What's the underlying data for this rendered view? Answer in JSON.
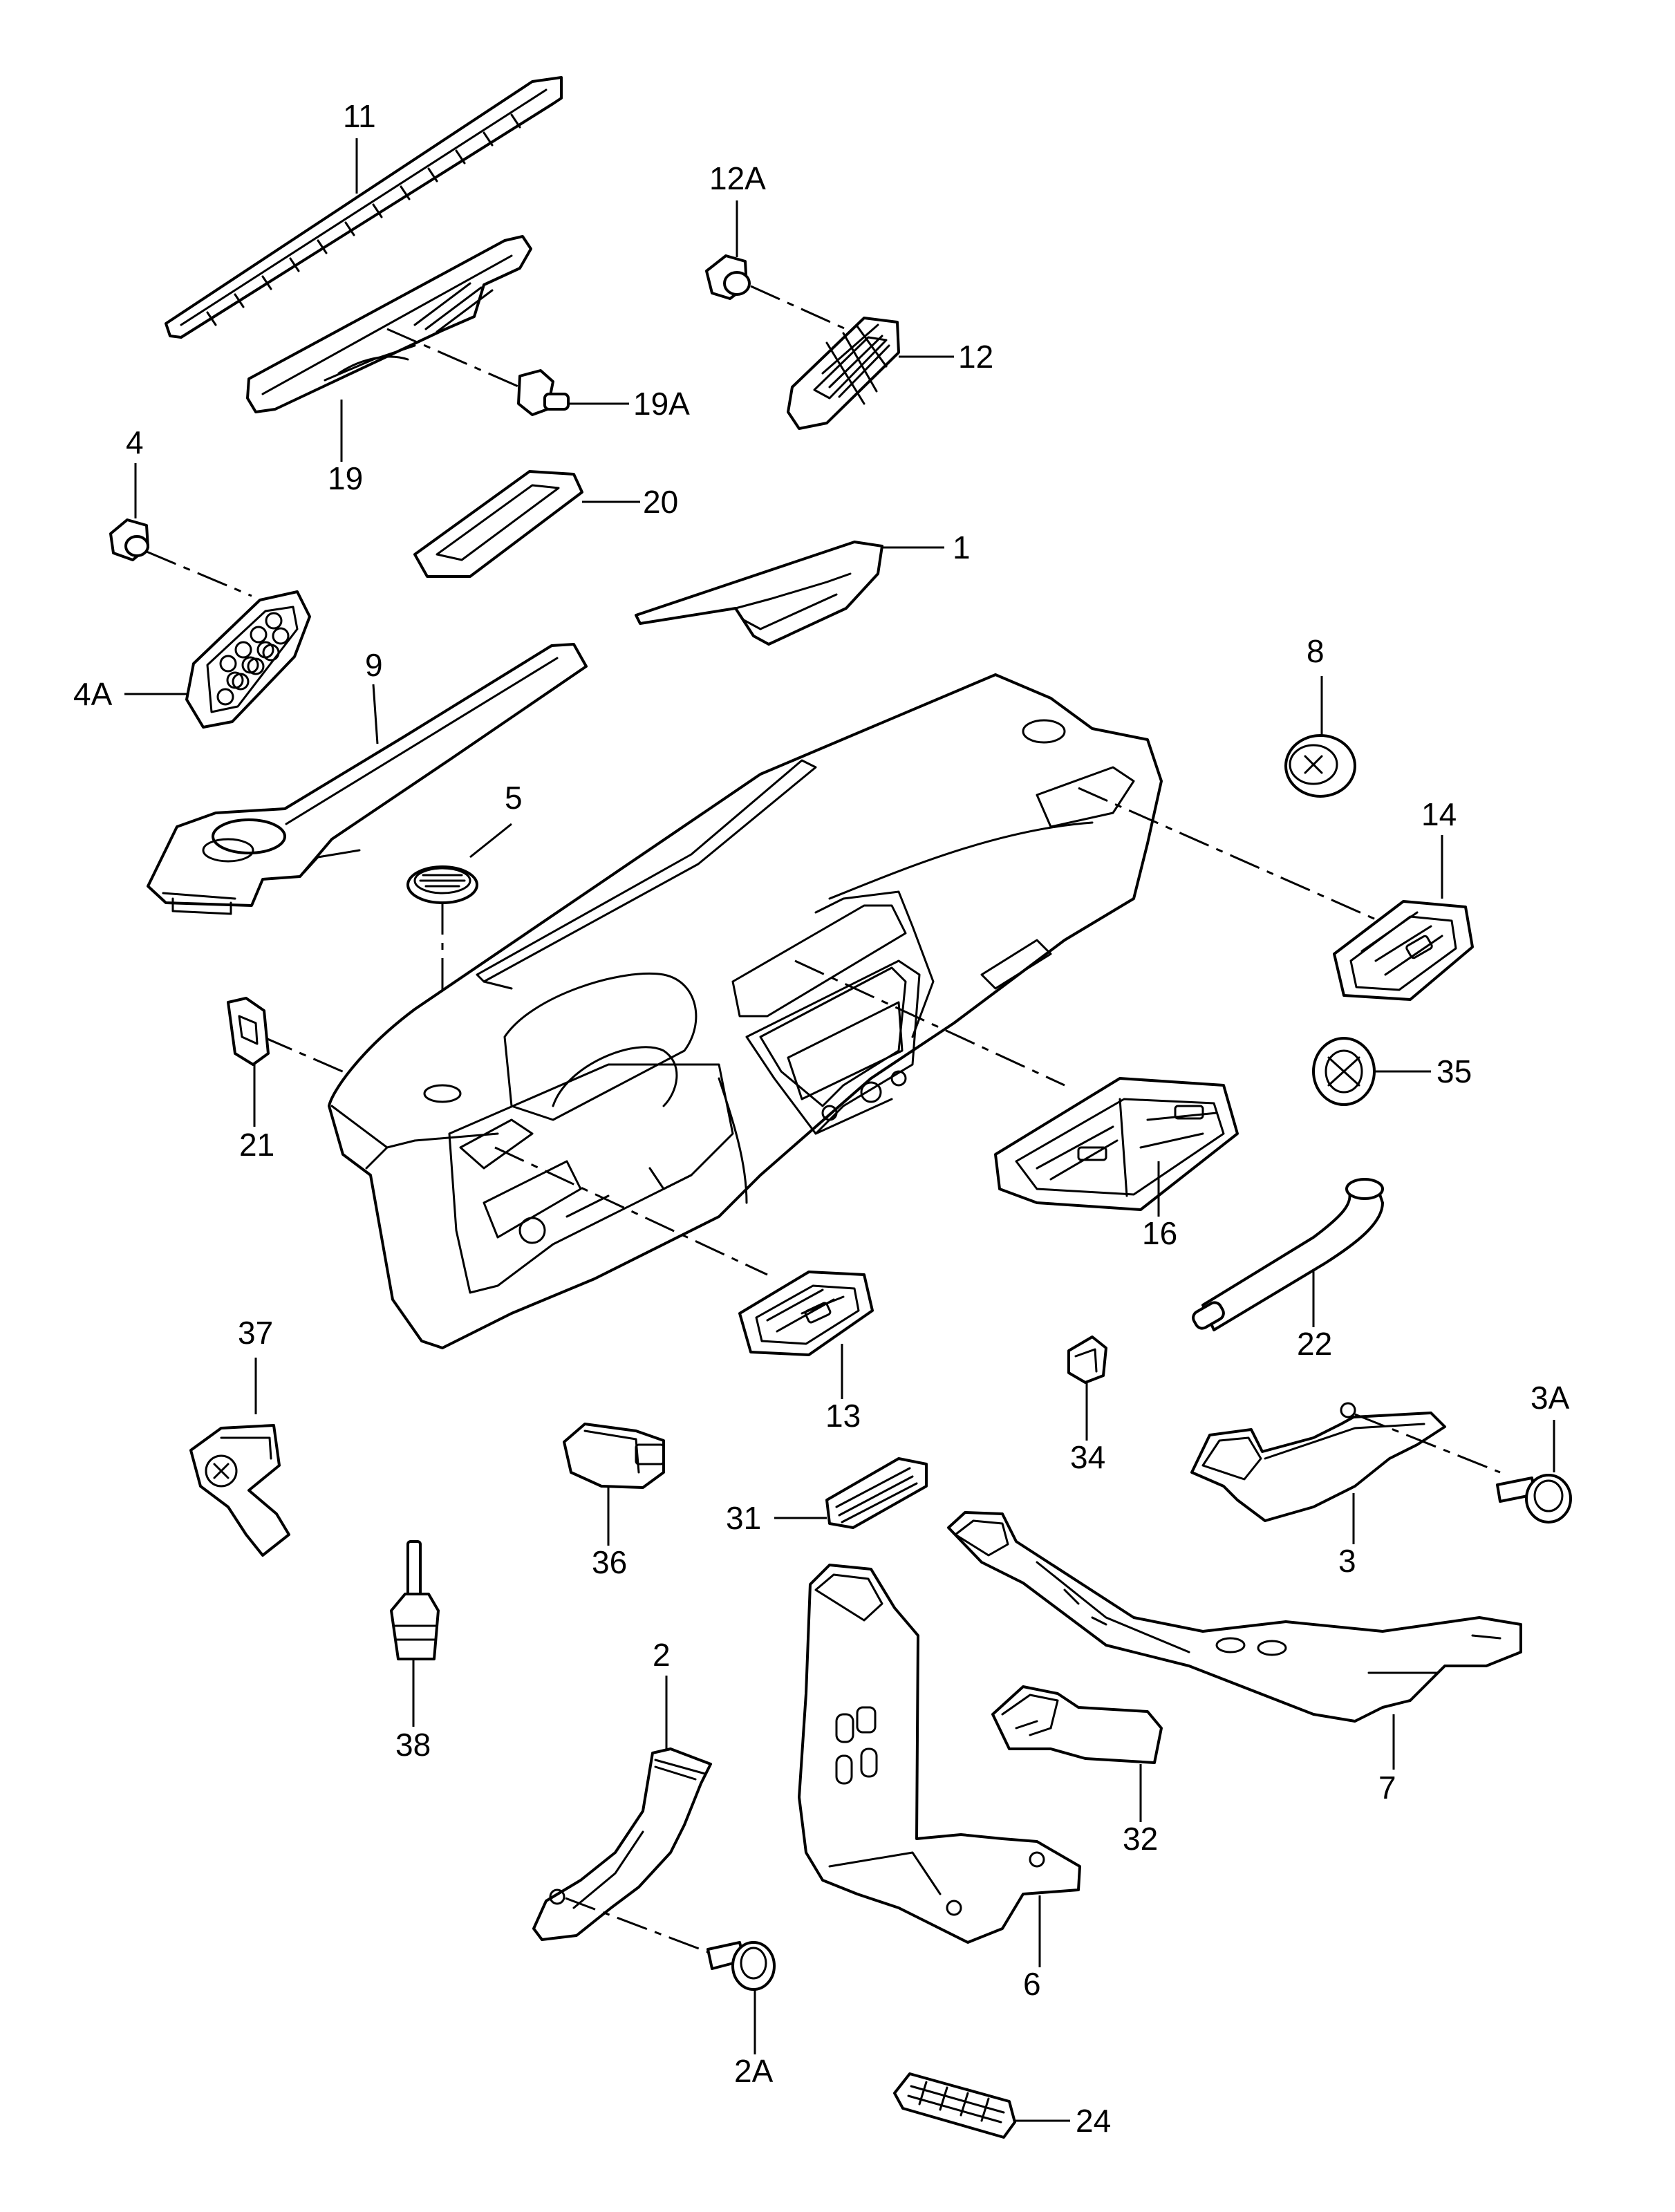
{
  "labels": {
    "p11": "11",
    "p12A": "12A",
    "p12": "12",
    "p19A": "19A",
    "p19": "19",
    "p4": "4",
    "p20": "20",
    "p1": "1",
    "p4A": "4A",
    "p9": "9",
    "p8": "8",
    "p5": "5",
    "p14": "14",
    "p35": "35",
    "p21": "21",
    "p16": "16",
    "p22": "22",
    "p37": "37",
    "p13": "13",
    "p34": "34",
    "p3A": "3A",
    "p36": "36",
    "p31": "31",
    "p3": "3",
    "p38": "38",
    "p2": "2",
    "p7": "7",
    "p32": "32",
    "p6": "6",
    "p2A": "2A",
    "p24": "24"
  }
}
